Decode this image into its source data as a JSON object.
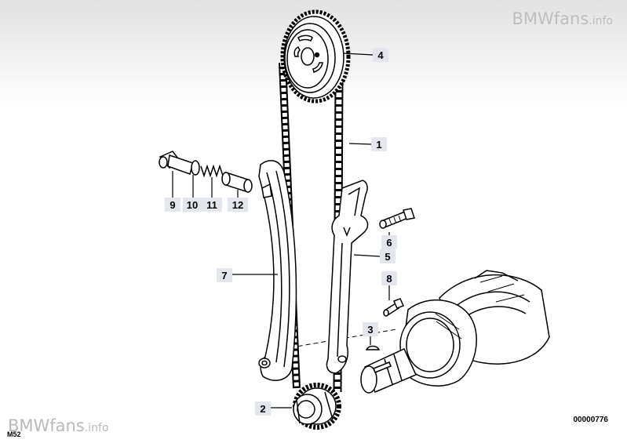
{
  "watermark": {
    "brand": "BMWfans",
    "suffix": ".info"
  },
  "diagram": {
    "callouts": [
      {
        "id": "1",
        "label": "1"
      },
      {
        "id": "2",
        "label": "2"
      },
      {
        "id": "3",
        "label": "3"
      },
      {
        "id": "4",
        "label": "4"
      },
      {
        "id": "5",
        "label": "5"
      },
      {
        "id": "6",
        "label": "6"
      },
      {
        "id": "7",
        "label": "7"
      },
      {
        "id": "8",
        "label": "8"
      },
      {
        "id": "9",
        "label": "9"
      },
      {
        "id": "10",
        "label": "10"
      },
      {
        "id": "11",
        "label": "11"
      },
      {
        "id": "12",
        "label": "12"
      }
    ],
    "drawing_number": "00000776",
    "engine_code": "M52"
  }
}
